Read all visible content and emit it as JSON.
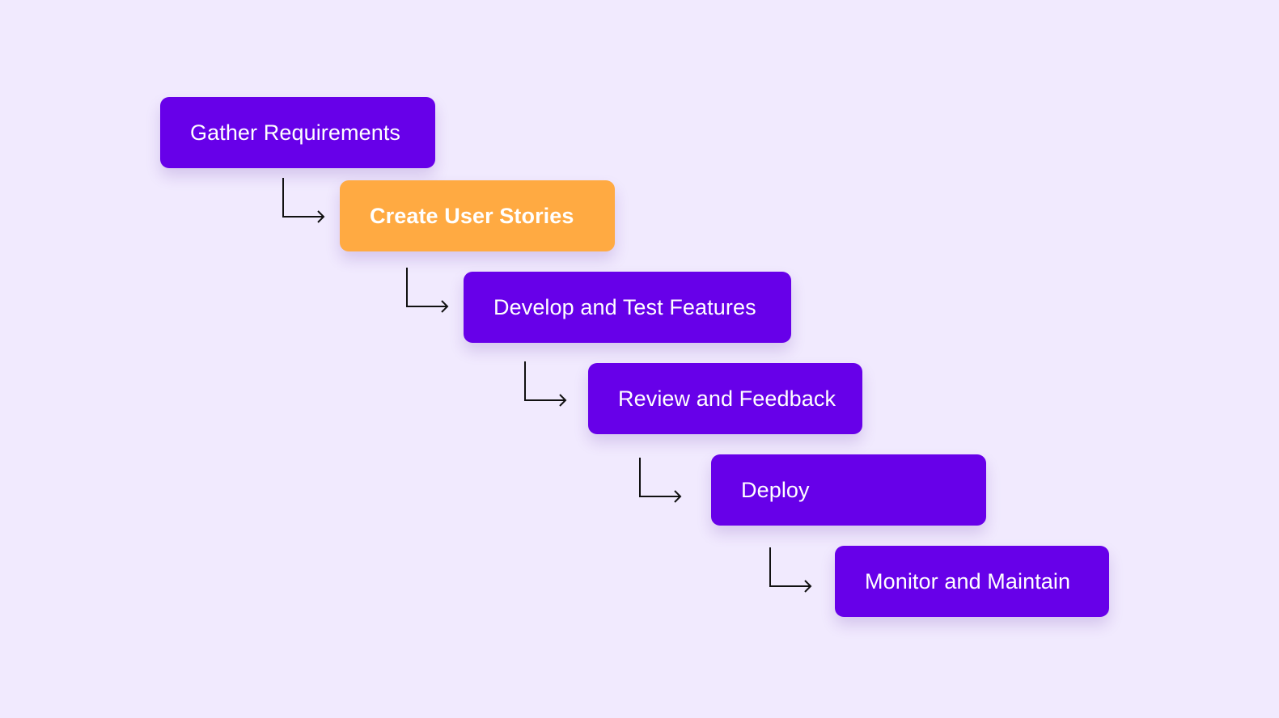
{
  "diagram": {
    "type": "staircase-flow",
    "colors": {
      "background": "#f1eafe",
      "step_default": "#6700e9",
      "step_highlight": "#ffaa42",
      "text": "#ffffff",
      "connector": "#111111"
    },
    "steps": [
      {
        "label": "Gather Requirements",
        "highlighted": false
      },
      {
        "label": "Create User Stories",
        "highlighted": true
      },
      {
        "label": "Develop and Test Features",
        "highlighted": false
      },
      {
        "label": "Review and Feedback",
        "highlighted": false
      },
      {
        "label": "Deploy",
        "highlighted": false
      },
      {
        "label": "Monitor and Maintain",
        "highlighted": false
      }
    ],
    "connectors": [
      {
        "from": "Gather Requirements",
        "to": "Create User Stories"
      },
      {
        "from": "Create User Stories",
        "to": "Develop and Test Features"
      },
      {
        "from": "Develop and Test Features",
        "to": "Review and Feedback"
      },
      {
        "from": "Review and Feedback",
        "to": "Deploy"
      },
      {
        "from": "Deploy",
        "to": "Monitor and Maintain"
      }
    ]
  }
}
